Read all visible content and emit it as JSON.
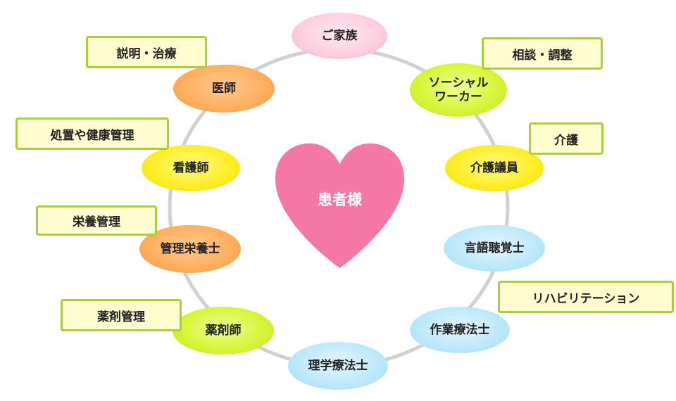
{
  "center": {
    "label": "患者様",
    "color": "#f577a6"
  },
  "ring_color": "#d0d0d0",
  "nodes": {
    "family": "ご家族",
    "social_worker": "ソーシャル\nワーカー",
    "care_member": "介護議員",
    "speech_therapist": "言語聴覚士",
    "occupational_therapist": "作業療法士",
    "physical_therapist": "理学療法士",
    "pharmacist": "薬剤師",
    "dietitian": "管理栄養士",
    "nurse": "看護師",
    "doctor": "医師"
  },
  "roles": {
    "doctor": "説明・治療",
    "social_worker": "相談・調整",
    "nurse": "処置や健康管理",
    "care_member": "介護",
    "dietitian": "栄養管理",
    "occupational_therapist": "リハビリテーション",
    "pharmacist": "薬剤管理"
  }
}
